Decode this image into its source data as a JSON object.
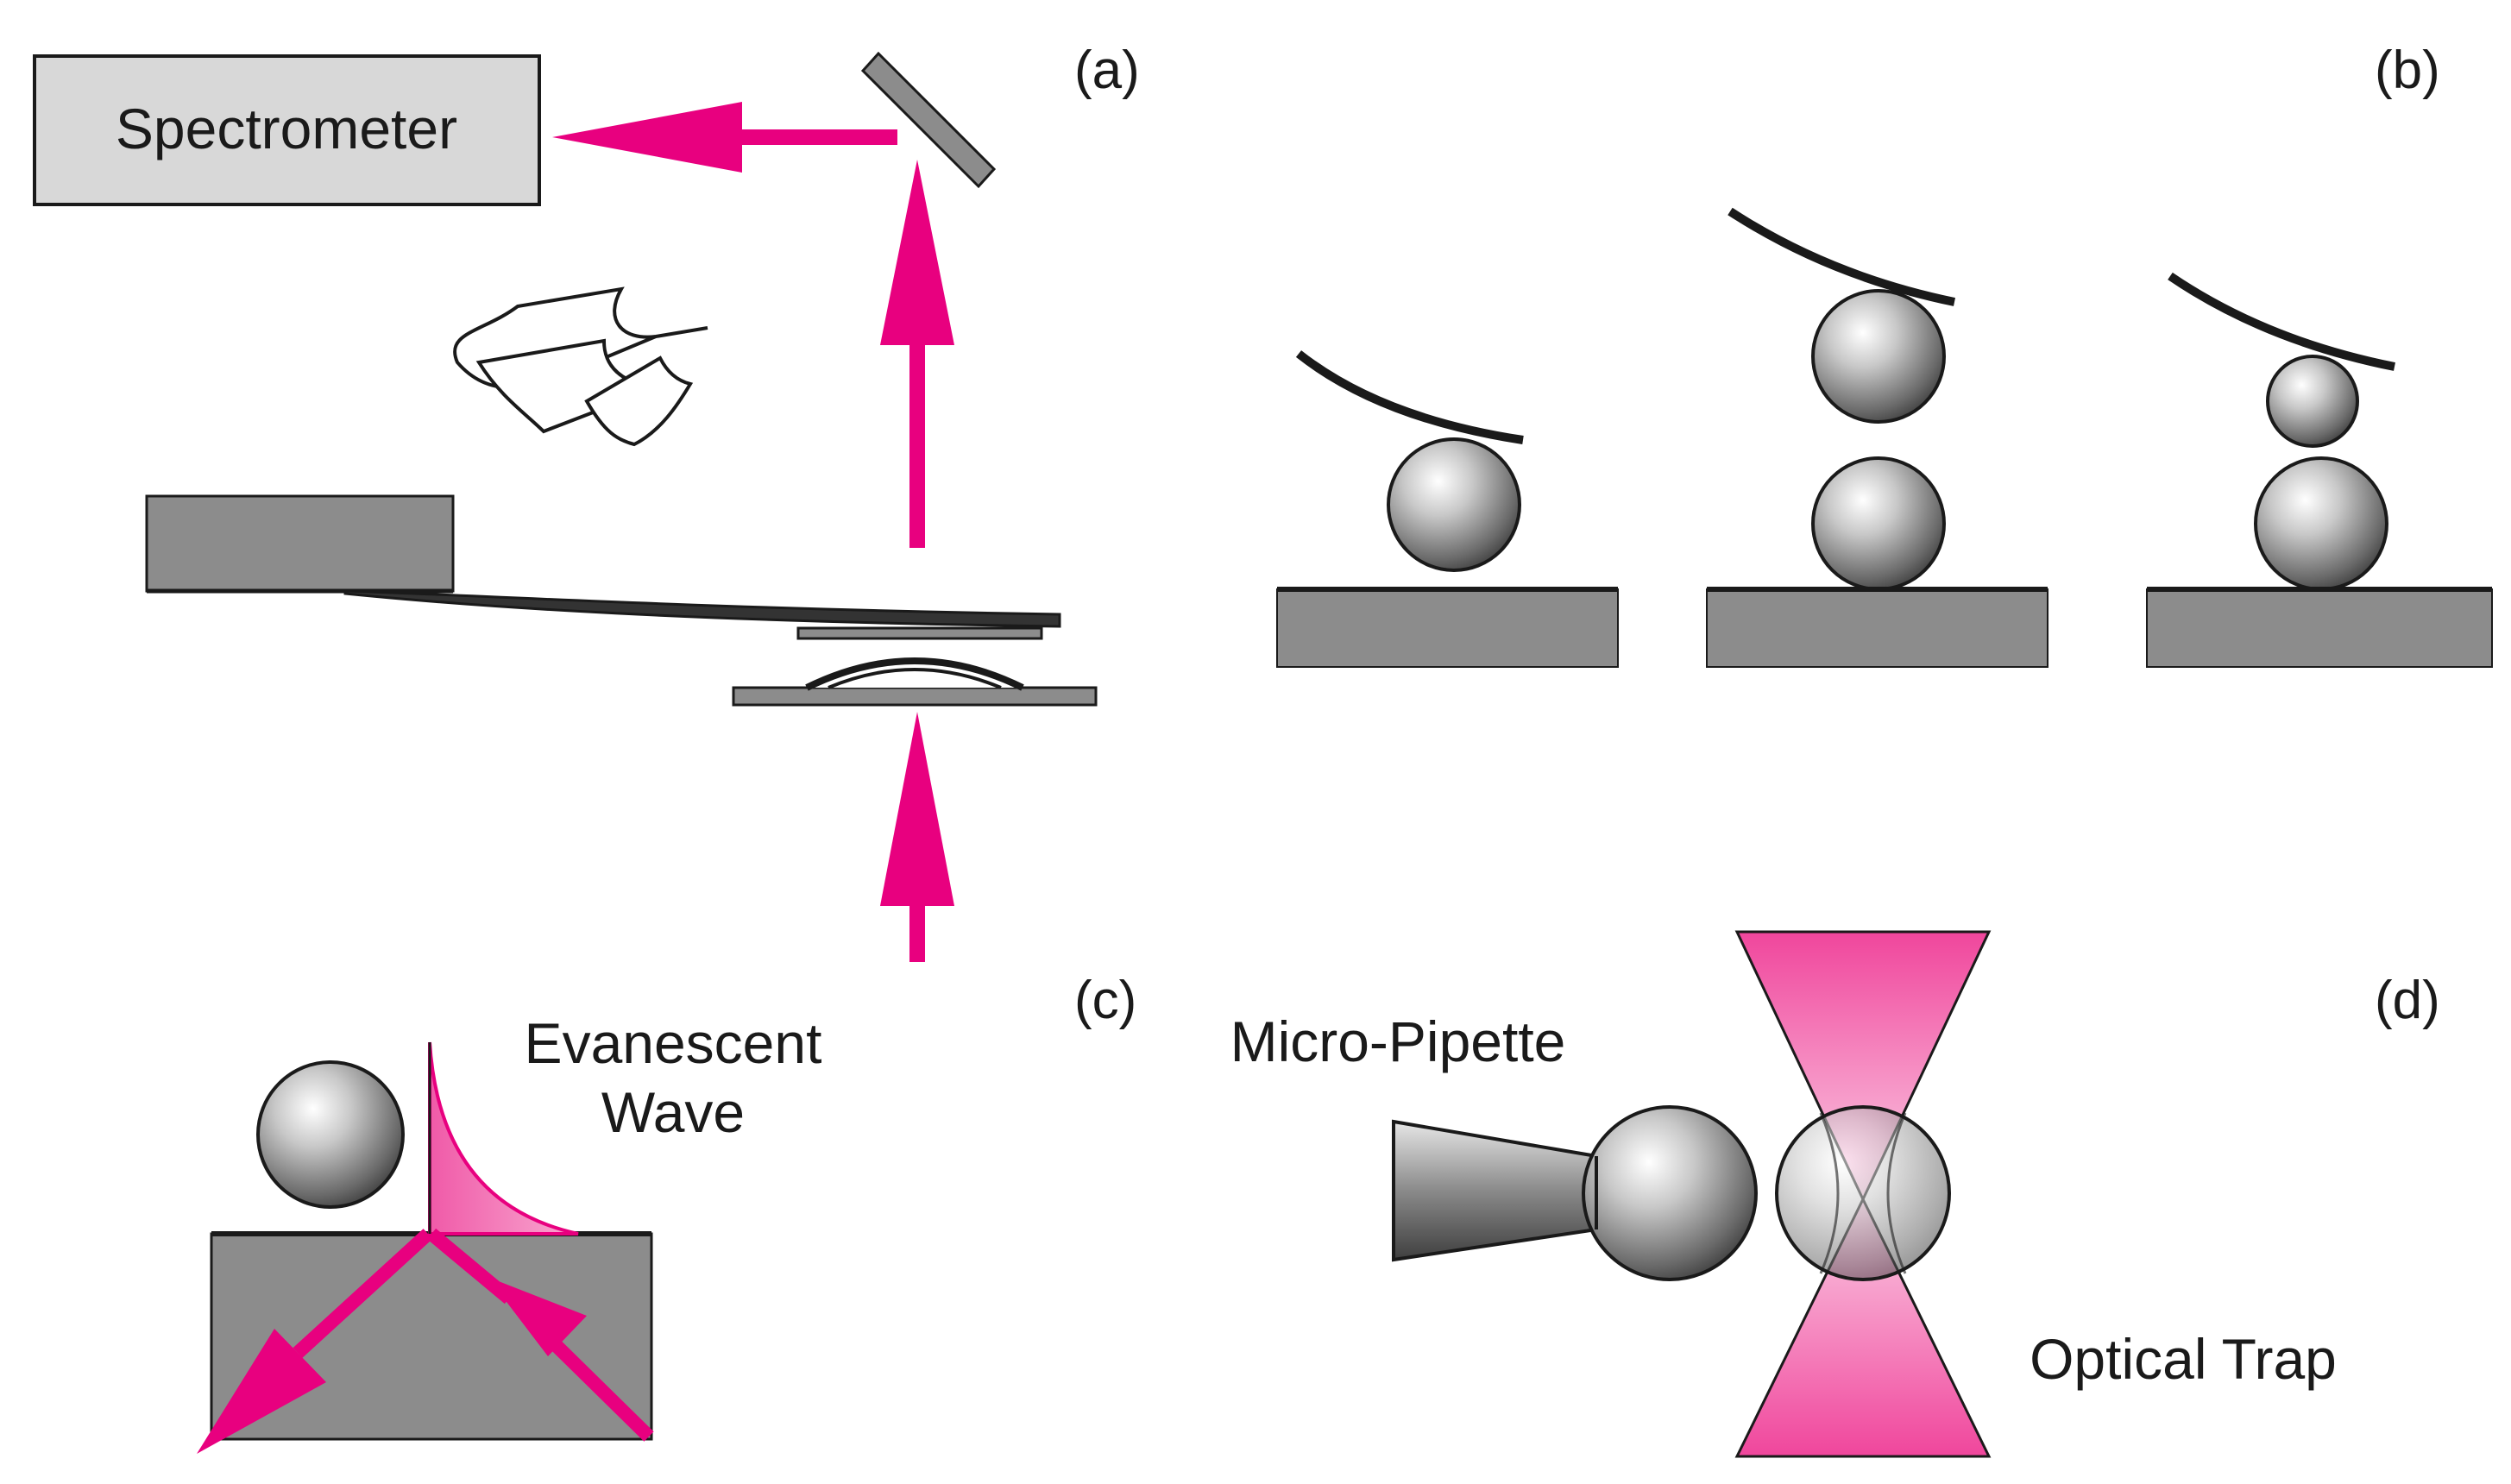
{
  "labels": {
    "spectrometer": "Spectrometer",
    "panel_a": "(a)",
    "panel_b": "(b)",
    "panel_c": "(c)",
    "panel_d": "(d)",
    "evanescent_line1": "Evanescent",
    "evanescent_line2": "Wave",
    "micro_pipette": "Micro-Pipette",
    "optical_trap": "Optical Trap"
  },
  "colors": {
    "light_beam": "#e8007f",
    "trap_beam": "#f25aa8",
    "substrate": "#8c8c8c",
    "spectrometer_fill": "#d8d8d8",
    "outline": "#1a1a1a"
  }
}
